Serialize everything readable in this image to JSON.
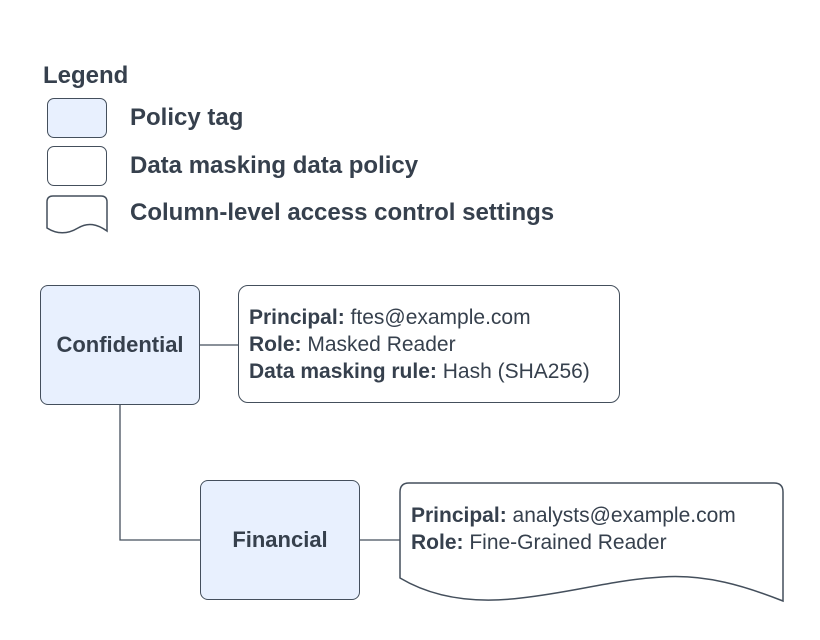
{
  "legend": {
    "title": "Legend",
    "items": [
      {
        "swatch": "policy-tag-swatch",
        "label": "Policy tag"
      },
      {
        "swatch": "data-masking-policy-swatch",
        "label": "Data masking data policy"
      },
      {
        "swatch": "column-acl-swatch",
        "label": "Column-level access control settings"
      }
    ]
  },
  "diagram": {
    "tags": [
      {
        "name": "Confidential"
      },
      {
        "name": "Financial"
      }
    ],
    "policies": [
      {
        "kind": "data-masking-data-policy",
        "attached_to": "Confidential",
        "lines": [
          {
            "label": "Principal:",
            "value": " ftes@example.com"
          },
          {
            "label": "Role:",
            "value": " Masked Reader"
          },
          {
            "label": "Data masking rule:",
            "value": " Hash (SHA256)"
          }
        ]
      },
      {
        "kind": "column-level-access-control-settings",
        "attached_to": "Financial",
        "lines": [
          {
            "label": "Principal:",
            "value": " analysts@example.com"
          },
          {
            "label": "Role:",
            "value": " Fine-Grained Reader"
          }
        ]
      }
    ]
  },
  "colors": {
    "policy_tag_fill": "#e8f0fe",
    "card_fill": "#ffffff",
    "stroke": "#444f5c",
    "text": "#36404d",
    "background": "#ffffff"
  }
}
